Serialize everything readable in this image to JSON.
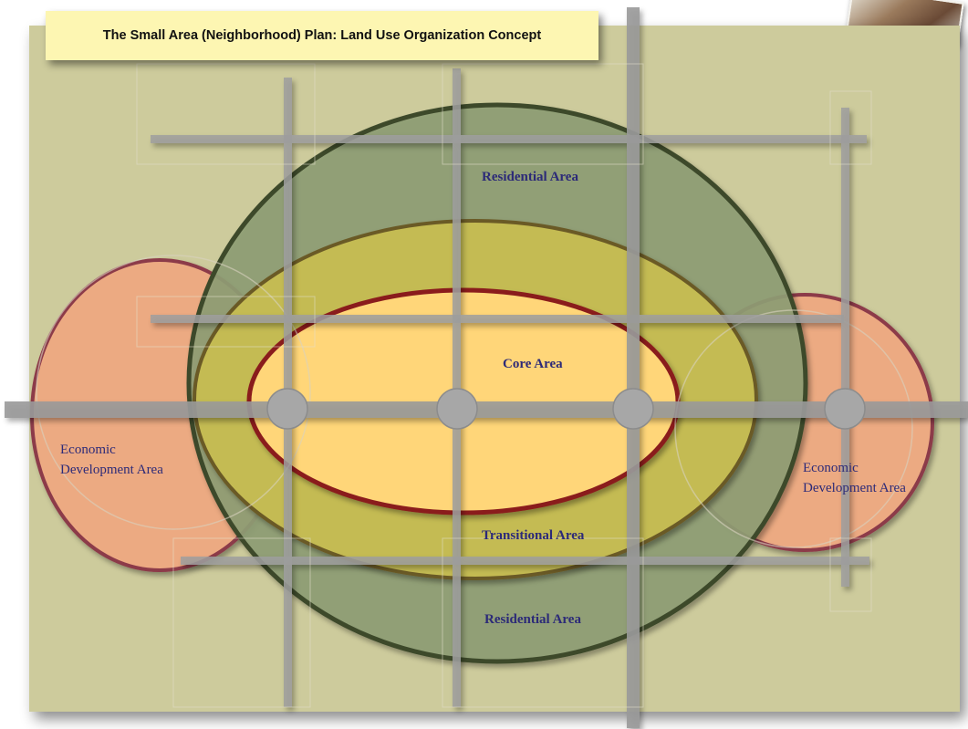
{
  "title": "The Small Area (Neighborhood) Plan:  Land Use Organization Concept",
  "areas": {
    "residential_top": "Residential Area",
    "core": "Core Area",
    "transitional": "Transitional Area",
    "residential_bottom": "Residential Area",
    "economic_left_line1": "Economic",
    "economic_left_line2": "Development Area",
    "economic_right_line1": "Economic",
    "economic_right_line2": "Development Area"
  },
  "colors": {
    "board": "#cdcb9c",
    "residential_fill": "#8f9e76",
    "residential_stroke": "#3d4a2c",
    "transitional_fill": "#c4bb52",
    "transitional_stroke": "#6b5a26",
    "core_fill": "#ffd679",
    "core_stroke": "#8a1d1d",
    "economic_fill": "#ecaa82",
    "economic_stroke": "#8c3a4a",
    "road": "#9e9e9e",
    "label_text": "#2c2a78"
  }
}
